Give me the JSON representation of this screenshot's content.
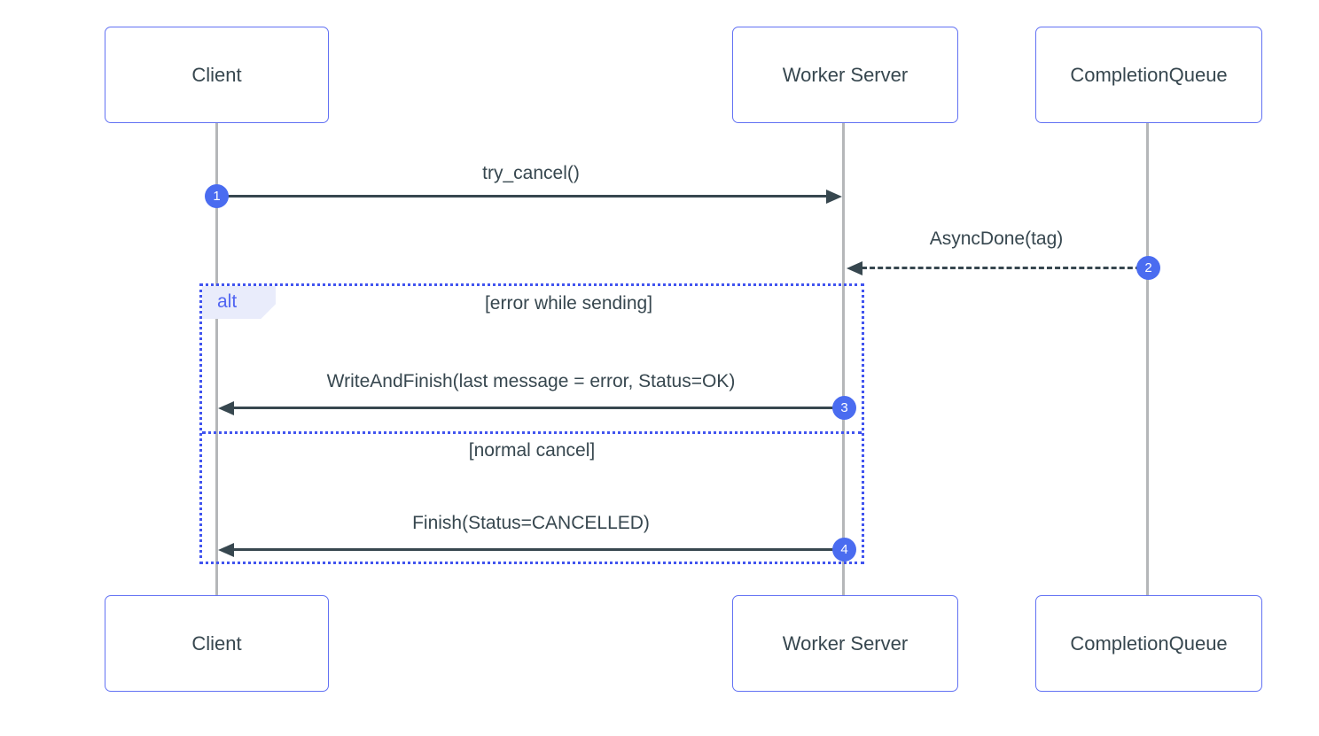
{
  "diagram": {
    "kind": "sequence-diagram",
    "actors": [
      {
        "name": "Client"
      },
      {
        "name": "Worker Server"
      },
      {
        "name": "CompletionQueue"
      }
    ],
    "messages": [
      {
        "seq": "1",
        "label": "try_cancel()",
        "from": "Client",
        "to": "Worker Server",
        "line": "solid"
      },
      {
        "seq": "2",
        "label": "AsyncDone(tag)",
        "from": "CompletionQueue",
        "to": "Worker Server",
        "line": "dashed"
      },
      {
        "seq": "3",
        "label": "WriteAndFinish(last message = error, Status=OK)",
        "from": "Worker Server",
        "to": "Client",
        "line": "solid"
      },
      {
        "seq": "4",
        "label": "Finish(Status=CANCELLED)",
        "from": "Worker Server",
        "to": "Client",
        "line": "solid"
      }
    ],
    "frame": {
      "operator": "alt",
      "guards": [
        "[error while sending]",
        "[normal cancel]"
      ]
    },
    "colors": {
      "accent_blue": "#4a6cf0",
      "box_border": "#6271f3",
      "frame_border": "#4154ef",
      "frame_label_bg": "#e9ecfb",
      "frame_label_text": "#5165f2",
      "arrow": "#37474f",
      "text": "#37474f",
      "lifeline": "#b5b7b9",
      "badge_text": "#ffffff"
    }
  }
}
